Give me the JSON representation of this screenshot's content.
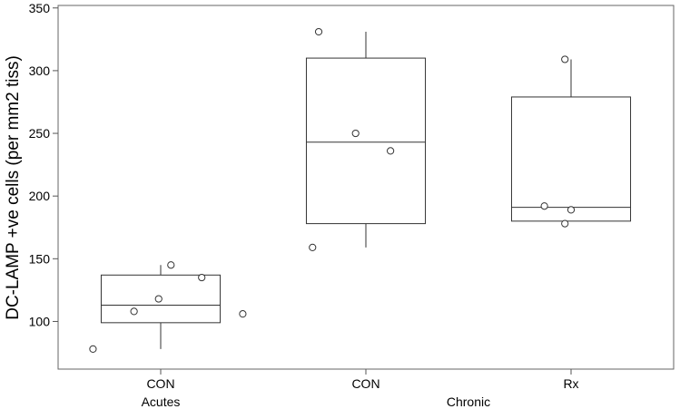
{
  "chart_data": {
    "type": "boxplot",
    "ylabel": "DC-LAMP +ve cells (per mm2 tiss)",
    "ylim": [
      62,
      352
    ],
    "y_ticks": [
      100,
      150,
      200,
      250,
      300,
      350
    ],
    "groups": [
      {
        "label": "CON",
        "group_label": "Acutes",
        "box": {
          "whisker_low": 78,
          "q1": 99,
          "median": 113,
          "q3": 137,
          "whisker_high": 145
        },
        "points": [
          {
            "x_offset": -0.33,
            "y": 78
          },
          {
            "x_offset": -0.13,
            "y": 108
          },
          {
            "x_offset": -0.01,
            "y": 118
          },
          {
            "x_offset": 0.05,
            "y": 145
          },
          {
            "x_offset": 0.2,
            "y": 135
          },
          {
            "x_offset": 0.4,
            "y": 106
          }
        ]
      },
      {
        "label": "CON",
        "group_label": "Chronic",
        "box": {
          "whisker_low": 159,
          "q1": 178,
          "median": 243,
          "q3": 310,
          "whisker_high": 331
        },
        "points": [
          {
            "x_offset": -0.23,
            "y": 331
          },
          {
            "x_offset": -0.05,
            "y": 250
          },
          {
            "x_offset": 0.12,
            "y": 236
          },
          {
            "x_offset": -0.26,
            "y": 159
          }
        ]
      },
      {
        "label": "Rx",
        "group_label": "",
        "box": {
          "whisker_low": 180,
          "q1": 180,
          "median": 191,
          "q3": 279,
          "whisker_high": 309
        },
        "points": [
          {
            "x_offset": -0.03,
            "y": 309
          },
          {
            "x_offset": -0.13,
            "y": 192
          },
          {
            "x_offset": 0.0,
            "y": 189
          },
          {
            "x_offset": -0.03,
            "y": 178
          }
        ]
      }
    ]
  }
}
